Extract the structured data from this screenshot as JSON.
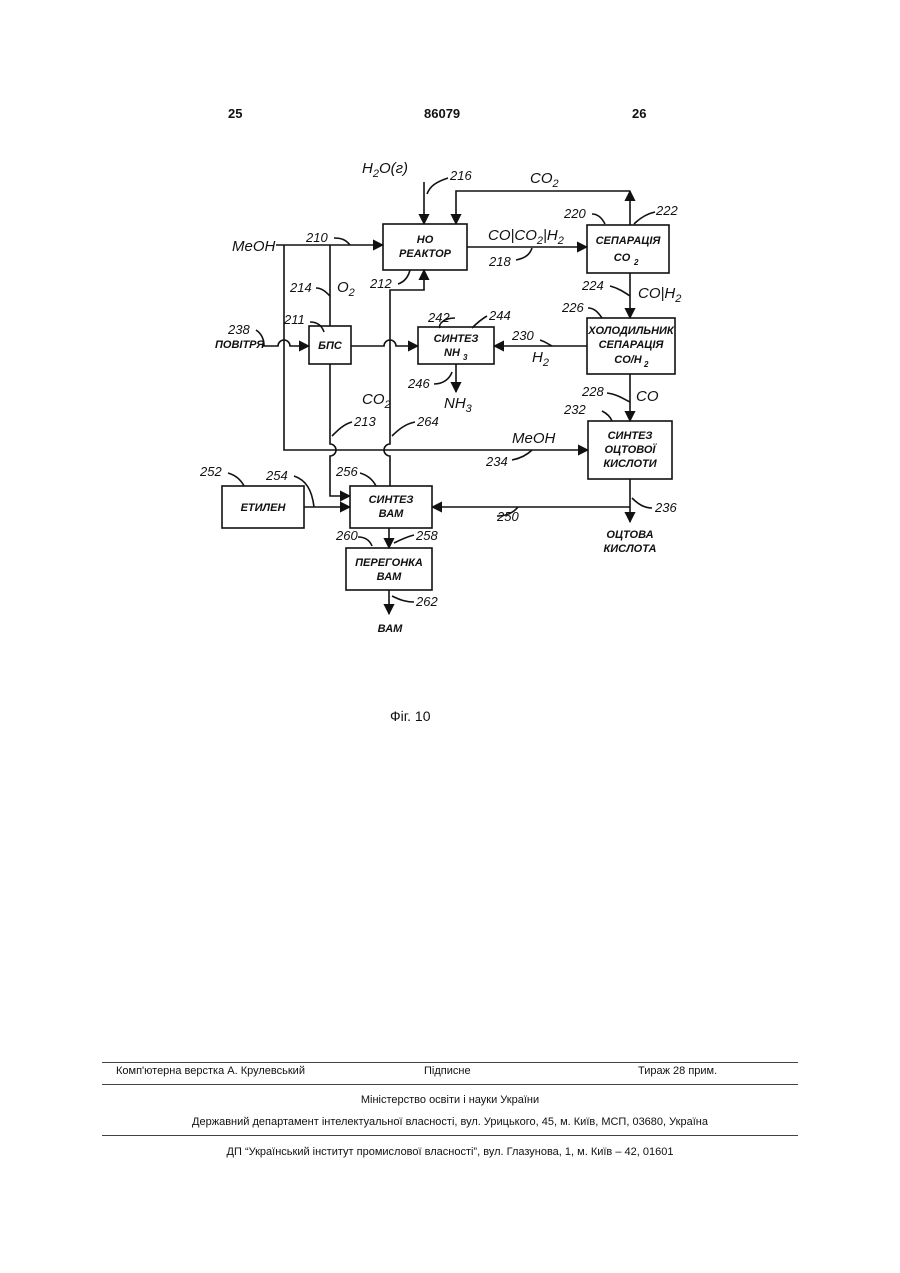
{
  "header": {
    "left_page": "25",
    "patent_number": "86079",
    "right_page": "26"
  },
  "diagram": {
    "boxes": {
      "ho_reactor": [
        "НО",
        "РЕАКТОР"
      ],
      "separation": [
        "СЕПАРАЦІЯ",
        "CO",
        "2"
      ],
      "bps": [
        "БПС"
      ],
      "nh3_synthesis": [
        "СИНТЕЗ",
        "NH",
        "3"
      ],
      "cooler": [
        "ХОЛОДИЛЬНИК",
        "СЕПАРАЦІЯ",
        "CO/H",
        "2"
      ],
      "acetic_synthesis": [
        "СИНТЕЗ",
        "ОЦТОВОЇ",
        "КИСЛОТИ"
      ],
      "ethylene": [
        "ЕТИЛЕН"
      ],
      "vam_synthesis": [
        "СИНТЕЗ",
        "ВАМ"
      ],
      "vam_distillation": [
        "ПЕРЕГОНКА",
        "ВАМ"
      ]
    },
    "labels": {
      "h2o": "H",
      "h2o_sub": "2",
      "h2o_tail": "O(г)",
      "co2_top": "CO",
      "co2_top_sub": "2",
      "meoh_left": "MeOH",
      "o2": "O",
      "o2_sub": "2",
      "co_co2_h2_a": "CO|CO",
      "co_co2_h2_sub1": "2",
      "co_co2_h2_b": "|H",
      "co_co2_h2_sub2": "2",
      "co_h2": "CO|H",
      "co_h2_sub": "2",
      "air": "ПОВІТРЯ",
      "h2": "H",
      "h2_sub": "2",
      "nh3": "NH",
      "nh3_sub": "3",
      "co2_mid": "CO",
      "co2_mid_sub": "2",
      "co": "CO",
      "meoh_mid": "MeOH",
      "acetic_out_1": "ОЦТОВА",
      "acetic_out_2": "КИСЛОТА",
      "vam_out": "ВАМ"
    },
    "refs": [
      "216",
      "222",
      "220",
      "210",
      "218",
      "212",
      "214",
      "224",
      "226",
      "211",
      "238",
      "242",
      "244",
      "230",
      "246",
      "228",
      "232",
      "213",
      "264",
      "234",
      "252",
      "254",
      "256",
      "236",
      "250",
      "260",
      "258",
      "262"
    ]
  },
  "caption": "Фіг. 10",
  "footer": {
    "layout": "Комп'ютерна верстка А. Крулевський",
    "signed": "Підписне",
    "print_run": "Тираж 28 прим.",
    "ministry": "Міністерство освіти і науки України",
    "department": "Державний департамент інтелектуальної власності, вул. Урицького, 45, м. Київ, МСП, 03680, Україна",
    "institute": "ДП “Український інститут промислової власності”, вул. Глазунова, 1, м. Київ – 42, 01601"
  }
}
